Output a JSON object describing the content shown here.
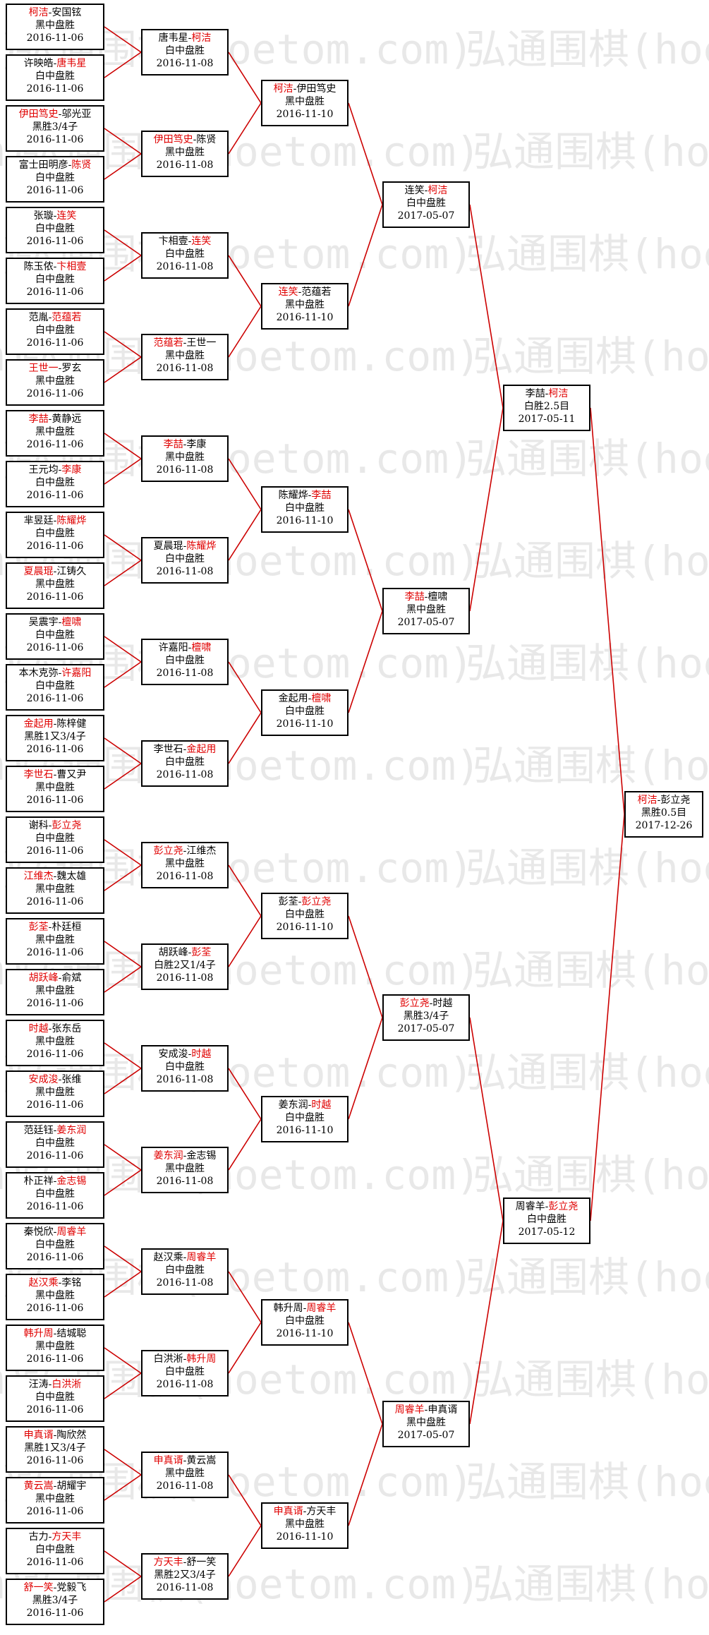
{
  "watermark": "弘通围棋(hoetom.com)",
  "colors": {
    "winner": "#e00000",
    "line": "#cc0000",
    "border": "#000000"
  },
  "rounds": [
    [
      {
        "a": "柯洁",
        "b": "安国铉",
        "w": "a",
        "result": "黑中盘胜",
        "date": "2016-11-06"
      },
      {
        "a": "许映皓",
        "b": "唐韦星",
        "w": "b",
        "result": "白中盘胜",
        "date": "2016-11-06"
      },
      {
        "a": "伊田笃史",
        "b": "邬光亚",
        "w": "a",
        "result": "黑胜3/4子",
        "date": "2016-11-06"
      },
      {
        "a": "富士田明彦",
        "b": "陈贤",
        "w": "b",
        "result": "白中盘胜",
        "date": "2016-11-06"
      },
      {
        "a": "张璇",
        "b": "连笑",
        "w": "b",
        "result": "白中盘胜",
        "date": "2016-11-06"
      },
      {
        "a": "陈玉侬",
        "b": "卞相壹",
        "w": "b",
        "result": "白中盘胜",
        "date": "2016-11-06"
      },
      {
        "a": "范胤",
        "b": "范蕴若",
        "w": "b",
        "result": "白中盘胜",
        "date": "2016-11-06"
      },
      {
        "a": "王世一",
        "b": "罗玄",
        "w": "a",
        "result": "黑中盘胜",
        "date": "2016-11-06"
      },
      {
        "a": "李喆",
        "b": "黄静远",
        "w": "a",
        "result": "黑中盘胜",
        "date": "2016-11-06"
      },
      {
        "a": "王元均",
        "b": "李康",
        "w": "b",
        "result": "白中盘胜",
        "date": "2016-11-06"
      },
      {
        "a": "芈昱廷",
        "b": "陈耀烨",
        "w": "b",
        "result": "白中盘胜",
        "date": "2016-11-06"
      },
      {
        "a": "夏晨琨",
        "b": "江铸久",
        "w": "a",
        "result": "黑中盘胜",
        "date": "2016-11-06"
      },
      {
        "a": "吴震宇",
        "b": "檀啸",
        "w": "b",
        "result": "白中盘胜",
        "date": "2016-11-06"
      },
      {
        "a": "本木克弥",
        "b": "许嘉阳",
        "w": "b",
        "result": "白中盘胜",
        "date": "2016-11-06"
      },
      {
        "a": "金起用",
        "b": "陈梓健",
        "w": "a",
        "result": "黑胜1又3/4子",
        "date": "2016-11-06"
      },
      {
        "a": "李世石",
        "b": "曹又尹",
        "w": "a",
        "result": "黑中盘胜",
        "date": "2016-11-06"
      },
      {
        "a": "谢科",
        "b": "彭立尧",
        "w": "b",
        "result": "白中盘胜",
        "date": "2016-11-06"
      },
      {
        "a": "江维杰",
        "b": "魏太雄",
        "w": "a",
        "result": "黑中盘胜",
        "date": "2016-11-06"
      },
      {
        "a": "彭荃",
        "b": "朴廷桓",
        "w": "a",
        "result": "黑中盘胜",
        "date": "2016-11-06"
      },
      {
        "a": "胡跃峰",
        "b": "俞斌",
        "w": "a",
        "result": "黑中盘胜",
        "date": "2016-11-06"
      },
      {
        "a": "时越",
        "b": "张东岳",
        "w": "a",
        "result": "黑中盘胜",
        "date": "2016-11-06"
      },
      {
        "a": "安成浚",
        "b": "张维",
        "w": "a",
        "result": "黑中盘胜",
        "date": "2016-11-06"
      },
      {
        "a": "范廷钰",
        "b": "姜东润",
        "w": "b",
        "result": "白中盘胜",
        "date": "2016-11-06"
      },
      {
        "a": "朴正祥",
        "b": "金志锡",
        "w": "b",
        "result": "白中盘胜",
        "date": "2016-11-06"
      },
      {
        "a": "秦悦欣",
        "b": "周睿羊",
        "w": "b",
        "result": "白中盘胜",
        "date": "2016-11-06"
      },
      {
        "a": "赵汉乘",
        "b": "李铭",
        "w": "a",
        "result": "黑中盘胜",
        "date": "2016-11-06"
      },
      {
        "a": "韩升周",
        "b": "结城聪",
        "w": "a",
        "result": "黑中盘胜",
        "date": "2016-11-06"
      },
      {
        "a": "汪涛",
        "b": "白洪淅",
        "w": "b",
        "result": "白中盘胜",
        "date": "2016-11-06"
      },
      {
        "a": "申真谞",
        "b": "陶欣然",
        "w": "a",
        "result": "黑胜1又3/4子",
        "date": "2016-11-06"
      },
      {
        "a": "黄云嵩",
        "b": "胡耀宇",
        "w": "a",
        "result": "黑中盘胜",
        "date": "2016-11-06"
      },
      {
        "a": "古力",
        "b": "方天丰",
        "w": "b",
        "result": "白中盘胜",
        "date": "2016-11-06"
      },
      {
        "a": "舒一笑",
        "b": "党毅飞",
        "w": "a",
        "result": "黑胜3/4子",
        "date": "2016-11-06"
      }
    ],
    [
      {
        "a": "唐韦星",
        "b": "柯洁",
        "w": "b",
        "result": "白中盘胜",
        "date": "2016-11-08"
      },
      {
        "a": "伊田笃史",
        "b": "陈贤",
        "w": "a",
        "result": "黑中盘胜",
        "date": "2016-11-08"
      },
      {
        "a": "卞相壹",
        "b": "连笑",
        "w": "b",
        "result": "白中盘胜",
        "date": "2016-11-08"
      },
      {
        "a": "范蕴若",
        "b": "王世一",
        "w": "a",
        "result": "黑中盘胜",
        "date": "2016-11-08"
      },
      {
        "a": "李喆",
        "b": "李康",
        "w": "a",
        "result": "黑中盘胜",
        "date": "2016-11-08"
      },
      {
        "a": "夏晨琨",
        "b": "陈耀烨",
        "w": "b",
        "result": "白中盘胜",
        "date": "2016-11-08"
      },
      {
        "a": "许嘉阳",
        "b": "檀啸",
        "w": "b",
        "result": "白中盘胜",
        "date": "2016-11-08"
      },
      {
        "a": "李世石",
        "b": "金起用",
        "w": "b",
        "result": "白中盘胜",
        "date": "2016-11-08"
      },
      {
        "a": "彭立尧",
        "b": "江维杰",
        "w": "a",
        "result": "黑中盘胜",
        "date": "2016-11-08"
      },
      {
        "a": "胡跃峰",
        "b": "彭荃",
        "w": "b",
        "result": "白胜2又1/4子",
        "date": "2016-11-08"
      },
      {
        "a": "安成浚",
        "b": "时越",
        "w": "b",
        "result": "白中盘胜",
        "date": "2016-11-08"
      },
      {
        "a": "姜东润",
        "b": "金志锡",
        "w": "a",
        "result": "黑中盘胜",
        "date": "2016-11-08"
      },
      {
        "a": "赵汉乘",
        "b": "周睿羊",
        "w": "b",
        "result": "白中盘胜",
        "date": "2016-11-08"
      },
      {
        "a": "白洪淅",
        "b": "韩升周",
        "w": "b",
        "result": "白中盘胜",
        "date": "2016-11-08"
      },
      {
        "a": "申真谞",
        "b": "黄云嵩",
        "w": "a",
        "result": "黑中盘胜",
        "date": "2016-11-08"
      },
      {
        "a": "方天丰",
        "b": "舒一笑",
        "w": "a",
        "result": "黑胜2又3/4子",
        "date": "2016-11-08"
      }
    ],
    [
      {
        "a": "柯洁",
        "b": "伊田笃史",
        "w": "a",
        "result": "黑中盘胜",
        "date": "2016-11-10"
      },
      {
        "a": "连笑",
        "b": "范蕴若",
        "w": "a",
        "result": "黑中盘胜",
        "date": "2016-11-10"
      },
      {
        "a": "陈耀烨",
        "b": "李喆",
        "w": "b",
        "result": "白中盘胜",
        "date": "2016-11-10"
      },
      {
        "a": "金起用",
        "b": "檀啸",
        "w": "b",
        "result": "白中盘胜",
        "date": "2016-11-10"
      },
      {
        "a": "彭荃",
        "b": "彭立尧",
        "w": "b",
        "result": "白中盘胜",
        "date": "2016-11-10"
      },
      {
        "a": "姜东润",
        "b": "时越",
        "w": "b",
        "result": "白中盘胜",
        "date": "2016-11-10"
      },
      {
        "a": "韩升周",
        "b": "周睿羊",
        "w": "b",
        "result": "白中盘胜",
        "date": "2016-11-10"
      },
      {
        "a": "申真谞",
        "b": "方天丰",
        "w": "a",
        "result": "黑中盘胜",
        "date": "2016-11-10"
      }
    ],
    [
      {
        "a": "连笑",
        "b": "柯洁",
        "w": "b",
        "result": "白中盘胜",
        "date": "2017-05-07"
      },
      {
        "a": "李喆",
        "b": "檀啸",
        "w": "a",
        "result": "黑中盘胜",
        "date": "2017-05-07"
      },
      {
        "a": "彭立尧",
        "b": "时越",
        "w": "a",
        "result": "黑胜3/4子",
        "date": "2017-05-07"
      },
      {
        "a": "周睿羊",
        "b": "申真谞",
        "w": "a",
        "result": "黑中盘胜",
        "date": "2017-05-07"
      }
    ],
    [
      {
        "a": "李喆",
        "b": "柯洁",
        "w": "b",
        "result": "白胜2.5目",
        "date": "2017-05-11"
      },
      {
        "a": "周睿羊",
        "b": "彭立尧",
        "w": "b",
        "result": "白中盘胜",
        "date": "2017-05-12"
      }
    ],
    [
      {
        "a": "柯洁",
        "b": "彭立尧",
        "w": "a",
        "result": "黑胜0.5目",
        "date": "2017-12-26"
      }
    ]
  ]
}
